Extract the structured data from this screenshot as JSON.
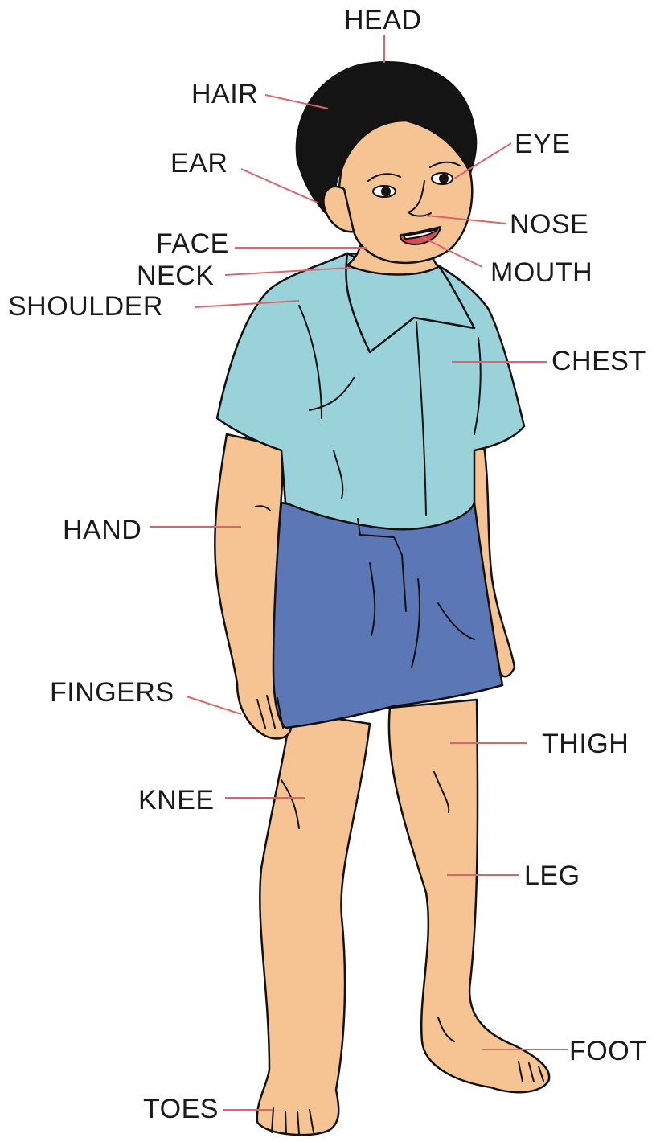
{
  "colors": {
    "skin": "#f6c493",
    "hair": "#141414",
    "shirt": "#99d3d9",
    "shorts": "#5c77b5",
    "outline": "#111111",
    "leader": "#e0636a",
    "mouth": "#d94b55"
  },
  "labels": {
    "head": "HEAD",
    "hair": "HAIR",
    "eye": "EYE",
    "ear": "EAR",
    "nose": "NOSE",
    "face": "FACE",
    "neck": "NECK",
    "mouth": "MOUTH",
    "shoulder": "SHOULDER",
    "chest": "CHEST",
    "hand": "HAND",
    "fingers": "FINGERS",
    "thigh": "THIGH",
    "knee": "KNEE",
    "leg": "LEG",
    "foot": "FOOT",
    "toes": "TOES"
  }
}
